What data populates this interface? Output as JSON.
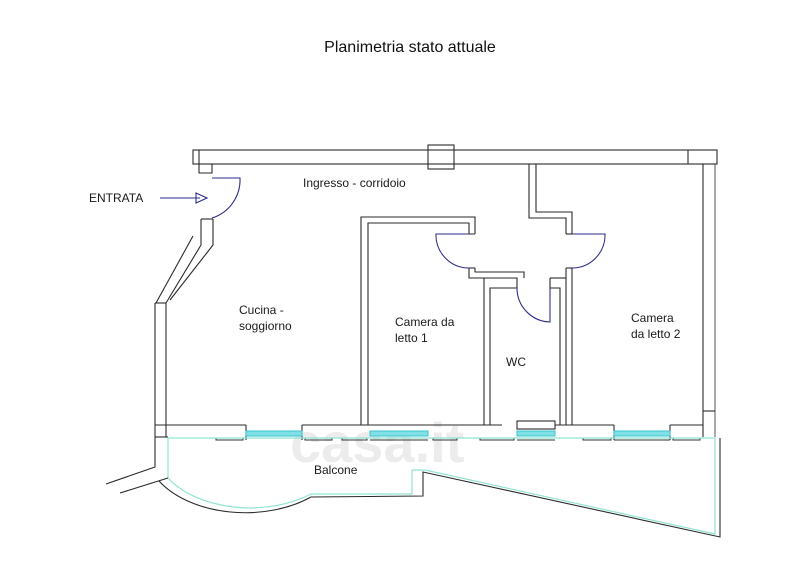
{
  "title": "Planimetria stato attuale",
  "watermark": "casa.it",
  "entrance_label": "ENTRATA",
  "rooms": {
    "corridor": "Ingresso - corridoio",
    "kitchen_line1": "Cucina -",
    "kitchen_line2": "soggiorno",
    "bedroom1_line1": "Camera da",
    "bedroom1_line2": "letto 1",
    "wc": "WC",
    "bedroom2_line1": "Camera",
    "bedroom2_line2": "da letto 2",
    "balcony": "Balcone"
  },
  "colors": {
    "wall": "#2a2a2a",
    "door": "#2e2e8c",
    "window": "#7fe0e6",
    "balcony_outline": "#8fe3d2"
  }
}
